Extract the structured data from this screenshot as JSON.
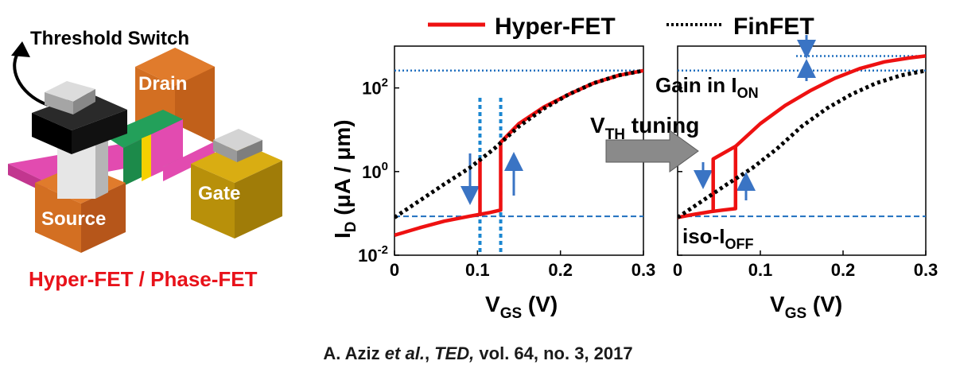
{
  "device": {
    "threshold_switch_label": "Threshold Switch",
    "drain_label": "Drain",
    "source_label": "Source",
    "gate_label": "Gate",
    "caption": "Hyper-FET / Phase-FET",
    "caption_color": "#e8121a"
  },
  "legend": {
    "hyper_label": "Hyper-FET",
    "fin_label": "FinFET"
  },
  "colors": {
    "hyper": "#ee1111",
    "fin": "#000000",
    "guide": "#1f6fbf",
    "arrow": "#3a74c4"
  },
  "annotations": {
    "vth_main": "V",
    "vth_sub": "TH",
    "vth_tail": " tuning",
    "gain_main": "Gain in I",
    "gain_sub": "ON",
    "iso_main": "iso-I",
    "iso_sub": "OFF"
  },
  "citation": {
    "authors": "A. Aziz ",
    "etal": "et al.",
    "comma": ", ",
    "journal": "TED,",
    "rest": " vol. 64, no. 3, 2017"
  },
  "chart_data": [
    {
      "type": "line",
      "ylog": true,
      "xlim": [
        0,
        0.3
      ],
      "ylim": [
        0.01,
        1000
      ],
      "xticks": [
        "0",
        "0.1",
        "0.2",
        "0.3"
      ],
      "yticks": [
        {
          "base": "10",
          "exp": "-2"
        },
        {
          "base": "10",
          "exp": "0"
        },
        {
          "base": "10",
          "exp": "2"
        }
      ],
      "ylabel": {
        "main": "I",
        "sub": "D",
        "tail": " (μA / μm)"
      },
      "xlabel": {
        "main": "V",
        "sub": "GS",
        "tail": " (V)"
      },
      "series": [
        {
          "name": "Hyper-FET",
          "x": [
            0,
            0.03,
            0.06,
            0.09,
            0.103,
            0.115,
            0.128,
            0.128,
            0.15,
            0.18,
            0.21,
            0.24,
            0.27,
            0.3
          ],
          "y": [
            0.03,
            0.045,
            0.065,
            0.085,
            0.095,
            0.105,
            0.12,
            5,
            14,
            35,
            70,
            130,
            200,
            260
          ]
        },
        {
          "x": [
            0.103,
            0.103
          ],
          "y": [
            0.095,
            2
          ]
        },
        {
          "name": "FinFET",
          "x": [
            0,
            0.03,
            0.06,
            0.09,
            0.12,
            0.15,
            0.18,
            0.21,
            0.24,
            0.27,
            0.3
          ],
          "y": [
            0.08,
            0.2,
            0.5,
            1.2,
            3.5,
            12,
            32,
            70,
            130,
            200,
            260
          ]
        }
      ]
    },
    {
      "type": "line",
      "ylog": true,
      "xlim": [
        0,
        0.3
      ],
      "ylim": [
        0.01,
        1000
      ],
      "xticks": [
        "0",
        "0.1",
        "0.2",
        "0.3"
      ],
      "xlabel": {
        "main": "V",
        "sub": "GS",
        "tail": " (V)"
      },
      "series": [
        {
          "name": "Hyper-FET",
          "x": [
            0,
            0.02,
            0.04,
            0.055,
            0.07,
            0.07,
            0.1,
            0.13,
            0.16,
            0.19,
            0.22,
            0.25,
            0.28,
            0.3
          ],
          "y": [
            0.08,
            0.095,
            0.11,
            0.12,
            0.13,
            4,
            14,
            38,
            85,
            170,
            290,
            420,
            520,
            580
          ]
        },
        {
          "x": [
            0.043,
            0.043,
            0.07
          ],
          "y": [
            0.12,
            2,
            4
          ]
        },
        {
          "name": "FinFET",
          "x": [
            0,
            0.03,
            0.06,
            0.09,
            0.12,
            0.15,
            0.18,
            0.21,
            0.24,
            0.27,
            0.3
          ],
          "y": [
            0.08,
            0.2,
            0.5,
            1.2,
            3.5,
            12,
            32,
            70,
            130,
            200,
            260
          ]
        }
      ]
    }
  ]
}
